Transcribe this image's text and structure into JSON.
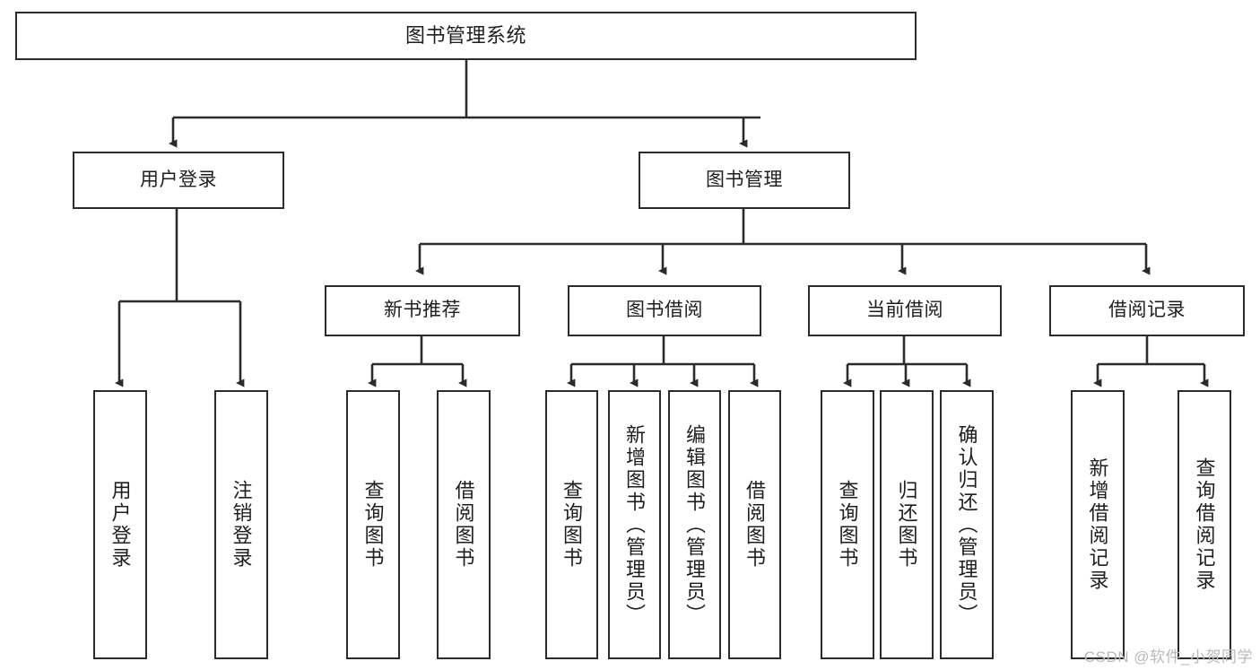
{
  "diagram": {
    "type": "tree-hierarchy",
    "title": "图书管理系统",
    "watermark": "CSDN @软件_小贺同学",
    "colors": {
      "stroke": "#2b2b2b",
      "fill": "#ffffff",
      "text": "#1e1e1e",
      "watermark": "#b9b9b9"
    },
    "root": {
      "label": "图书管理系统"
    },
    "level2": [
      {
        "label": "用户登录"
      },
      {
        "label": "图书管理"
      }
    ],
    "level3": [
      {
        "label": "新书推荐"
      },
      {
        "label": "图书借阅"
      },
      {
        "label": "当前借阅"
      },
      {
        "label": "借阅记录"
      }
    ],
    "leaves": {
      "user_login": [
        {
          "label": "用户登录"
        },
        {
          "label": "注销登录"
        }
      ],
      "new_book": [
        {
          "label": "查询图书"
        },
        {
          "label": "借阅图书"
        }
      ],
      "book_borrow": [
        {
          "label": "查询图书"
        },
        {
          "label": "新增图书（管理员）"
        },
        {
          "label": "编辑图书（管理员）"
        },
        {
          "label": "借阅图书"
        }
      ],
      "current_borrow": [
        {
          "label": "查询图书"
        },
        {
          "label": "归还图书"
        },
        {
          "label": "确认归还（管理员）"
        }
      ],
      "borrow_record": [
        {
          "label": "新增借阅记录"
        },
        {
          "label": "查询借阅记录"
        }
      ]
    }
  }
}
